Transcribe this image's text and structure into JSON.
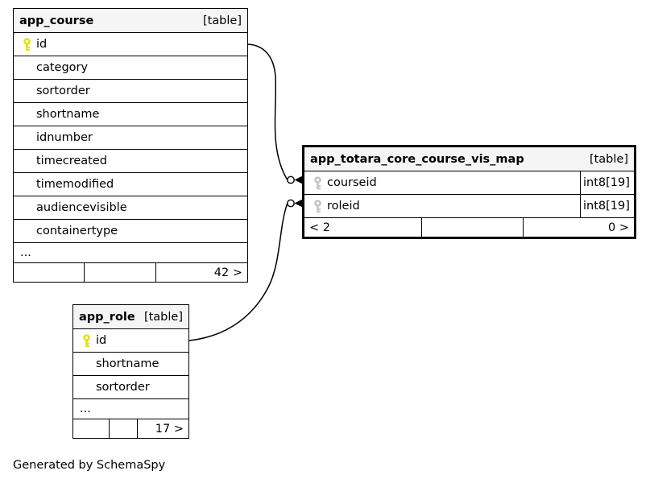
{
  "caption": "Generated by SchemaSpy",
  "colors": {
    "primary_key": "#e3e300",
    "foreign_key": "#c4c4c4",
    "header_bg": "#f5f5f5",
    "border": "#000000"
  },
  "icons": {
    "primary_key": "key-icon",
    "foreign_key": "key-icon"
  },
  "relationships": [
    {
      "from": "app_course.id",
      "to": "app_totara_core_course_vis_map.courseid"
    },
    {
      "from": "app_role.id",
      "to": "app_totara_core_course_vis_map.roleid"
    }
  ],
  "tables": {
    "app_course": {
      "title": "app_course",
      "tag": "[table]",
      "fields": [
        "id",
        "category",
        "sortorder",
        "shortname",
        "idnumber",
        "timecreated",
        "timemodified",
        "audiencevisible",
        "containertype"
      ],
      "ellipsis": "...",
      "stats": {
        "left": "",
        "mid": "",
        "right": "42 >"
      }
    },
    "app_totara_core_course_vis_map": {
      "title": "app_totara_core_course_vis_map",
      "tag": "[table]",
      "fields": [
        "courseid",
        "roleid"
      ],
      "types": [
        "int8[19]",
        "int8[19]"
      ],
      "stats": {
        "left": "< 2",
        "mid": "",
        "right": "0 >"
      }
    },
    "app_role": {
      "title": "app_role",
      "tag": "[table]",
      "fields": [
        "id",
        "shortname",
        "sortorder"
      ],
      "ellipsis": "...",
      "stats": {
        "left": "",
        "mid": "",
        "right": "17 >"
      }
    }
  }
}
